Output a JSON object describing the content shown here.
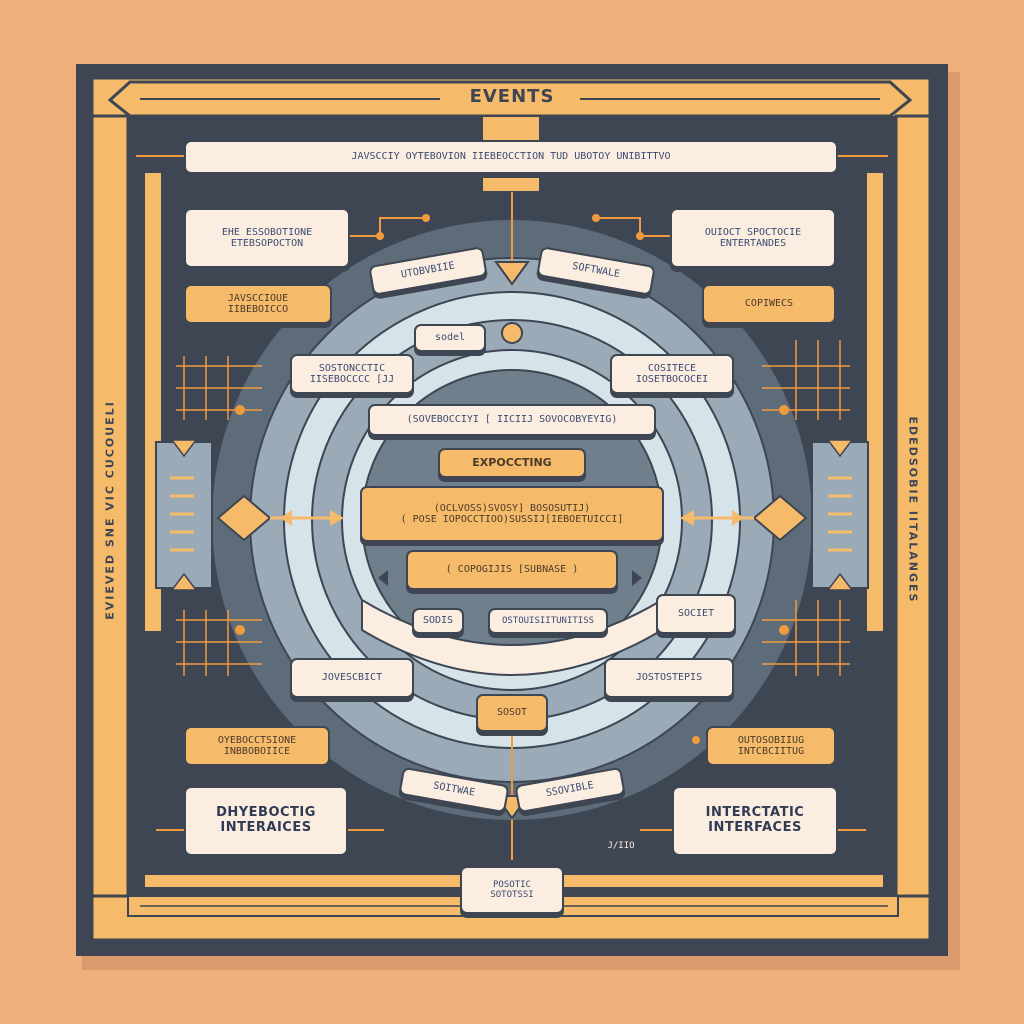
{
  "diagram": {
    "title": "EVENTS",
    "banner": "JAVSCCIY OYTEBOVION IIEBEOCCTION TUD UBOTOY UNIBITTVO",
    "top_left_box": "EHE ESSOBOTIONE\nETEBSOPOCTON",
    "top_right_box": "OUIOCT SPOCTOCIE\nENTERTANDES",
    "mid_left_tag": "JAVSCCIOUE\nIIBEBOICCO",
    "mid_right_tag": "COPIWECS",
    "ring_top_left": "UTOBVBIIE",
    "ring_top_right": "SOFTWALE",
    "ring_top_center": "sodel",
    "inner_left": "SOSTONCCTIC\nIISEBOCCCC [JJ",
    "inner_right": "COSITECE\nIOSETBOCOCEI",
    "code_line": "(SOVEBOCCIYI [ IICIIJ SOVOCOBYEYIG)",
    "center_title": "EXPOCCTING",
    "code_main": "(OCLVOSS)SVOSY] BOSOSUTIJ)\n( POSE IOPOCCTIOO)SUSSIJ[IEBOETUICCI]",
    "code_sub": "( COPOGIJIS [SUBNASE )",
    "small_tag_a": "SODIS",
    "small_tag_b": "OSTOUISIITUNITISS",
    "small_tag_c": "SOCIET",
    "lower_left_box": "JOVESCBICT",
    "lower_right_box": "JOSTOSTEPIS",
    "bottom_center_tag": "SOSOT",
    "low_left_tag": "OYEBOCCTSIONE\nINBBOBOIICE",
    "low_right_tag": "OUTOSOBIIUG\nINTCBCIITUG",
    "ring_bottom_left": "SOITWAE",
    "ring_bottom_right": "SSOVIBLE",
    "bottom_left_big": "DHYEBOCTIG\nINTERAICES",
    "bottom_right_big": "INTERCTATIC\nINTERFACES",
    "bottom_small_mark": "J/IIO",
    "bottom_note": "POSOTIC\nSOTOTSSI",
    "left_vertical": "EVIEVED SNE VIC CUCOUELI",
    "right_vertical": "EDEDSOBIE IITALANGES"
  },
  "colors": {
    "background": "#efb07e",
    "frame": "#f6bb6a",
    "panel": "#3d4652",
    "cream": "#fbeee0",
    "ring_light": "#d6e4ea",
    "ring_mid": "#9aaab6",
    "ring_dark": "#6f7f8c",
    "connector": "#f19a3e"
  }
}
